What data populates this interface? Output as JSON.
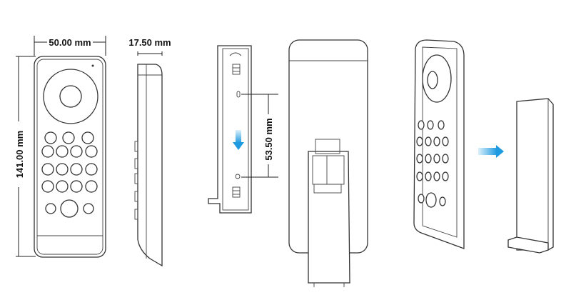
{
  "dimensions": {
    "width": "50.00 mm",
    "depth": "17.50 mm",
    "height": "141.00 mm",
    "mount_spacing": "53.50 mm"
  },
  "colors": {
    "arrow": "#1e9be0",
    "line": "#333333"
  }
}
